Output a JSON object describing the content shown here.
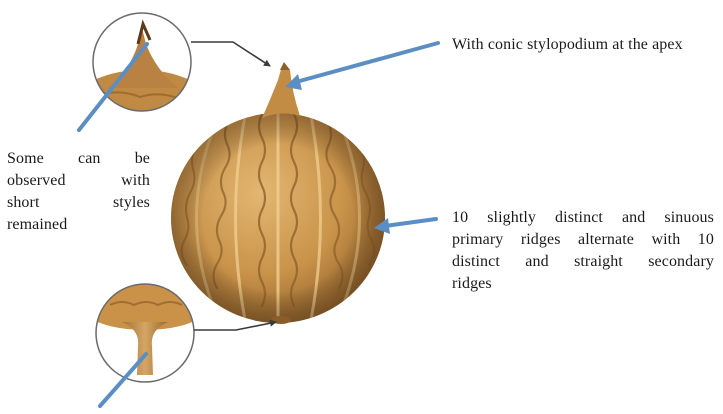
{
  "labels": {
    "apex": "With conic stylopodium at the apex",
    "styles_lines": [
      "Some can be",
      "observed with",
      "short styles",
      "remained"
    ],
    "ridges_lines": [
      "10 slightly distinct and sinuous",
      "primary ridges alternate with 10",
      "distinct and straight secondary",
      "ridges"
    ]
  },
  "colors": {
    "arrow": "#5b8fc3",
    "connector": "#3a3a3a",
    "fruit_light": "#d9aa62",
    "fruit_dark": "#9a6a2c"
  }
}
